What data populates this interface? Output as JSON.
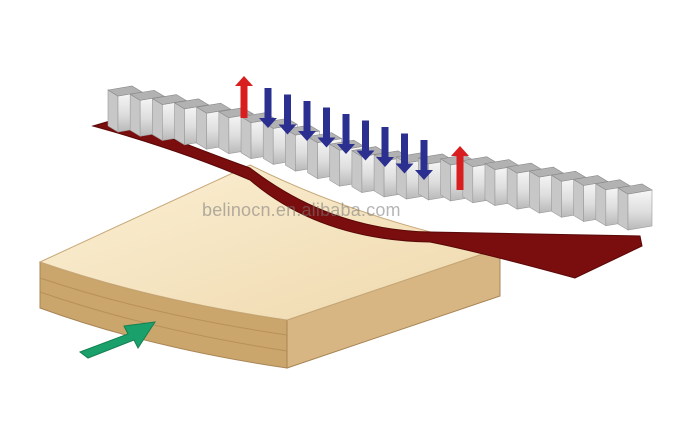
{
  "watermark": {
    "text": "belinocn.en.alibaba.com"
  },
  "diagram": {
    "components": [
      {
        "name": "substrate-board",
        "color": "#f2dfb7"
      },
      {
        "name": "shoe-belt-base",
        "color": "#7a0d0d"
      },
      {
        "name": "shoe-blocks",
        "color": "#d9d9d9"
      }
    ],
    "arrows": {
      "push_down_count": 9,
      "lift_up_count": 2,
      "feed_direction": "right",
      "colors": {
        "down": "#2b2f8f",
        "up": "#d81e1e",
        "feed": "#1aa06b"
      }
    }
  }
}
